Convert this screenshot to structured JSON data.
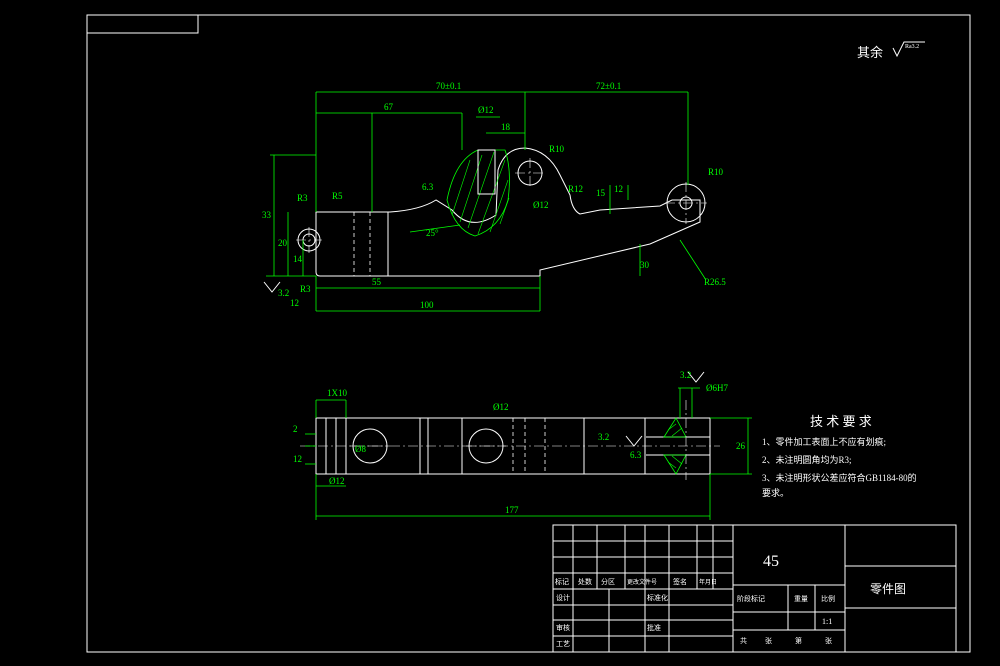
{
  "surface_note": {
    "label": "其余",
    "symbol": "Ra3.2"
  },
  "front_view": {
    "dims": {
      "d70": "70±0.1",
      "d72": "72±0.1",
      "d67": "67",
      "d55": "55",
      "phi12_top": "Ø12",
      "d18": "18",
      "r10_a": "R10",
      "r10_b": "R10",
      "r3": "R3",
      "r5": "R5",
      "d33": "33",
      "d20": "20",
      "d14": "14",
      "d12_left": "12",
      "r3_bot": "R3",
      "d100": "100",
      "phi12_mid": "Ø12",
      "r12": "R12",
      "d15": "15",
      "d12_mid": "12",
      "r26": "R26.5",
      "ang25": "25°",
      "d30": "30",
      "r6_3": "6.3",
      "ra_left": "3.2"
    }
  },
  "bottom_view": {
    "dims": {
      "d1_10": "1X10",
      "phi12_a": "Ø12",
      "d2": "2",
      "d12_b": "12",
      "phi12_b": "Ø12",
      "phi8": "Ø8",
      "d177": "177",
      "phi6": "Ø6H7",
      "d26": "26",
      "ra_b": "3.2",
      "ra_c": "6.3",
      "ra_d": "3.2"
    }
  },
  "tech_requirements": {
    "title": "技 术 要 求",
    "items": [
      "1、零件加工表面上不应有划痕;",
      "2、未注明圆角均为R3;",
      "3、未注明形状公差应符合GB1184-80的",
      "要求。"
    ]
  },
  "title_block": {
    "material": "45",
    "drawing_name": "零件图",
    "scale": "1:1",
    "labels": {
      "mark": "标记",
      "count": "处数",
      "zone": "分区",
      "doc": "更改文件号",
      "sign": "签名",
      "date": "年月日",
      "design": "设计",
      "std": "标准化",
      "review": "审核",
      "craft": "工艺",
      "approve": "批准",
      "stage": "阶段标记",
      "weight": "重量",
      "ratio": "比例",
      "total": "共",
      "page": "张",
      "no": "第"
    }
  }
}
